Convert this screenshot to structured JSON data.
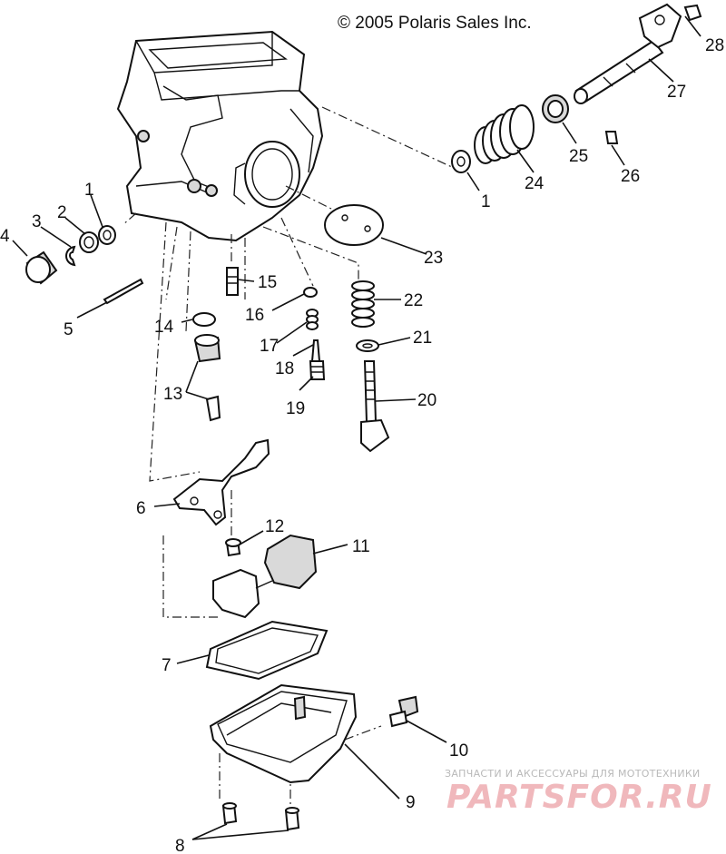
{
  "copyright": "© 2005 Polaris Sales Inc.",
  "watermark": {
    "tagline": "ЗАПЧАСТИ И АКСЕССУАРЫ ДЛЯ МОТОТЕХНИКИ",
    "logo": "PARTSFOR.RU"
  },
  "callouts": {
    "c1a": "1",
    "c1b": "1",
    "c2": "2",
    "c3": "3",
    "c4": "4",
    "c5": "5",
    "c6": "6",
    "c7": "7",
    "c8": "8",
    "c9": "9",
    "c10": "10",
    "c11": "11",
    "c12": "12",
    "c13": "13",
    "c14": "14",
    "c15": "15",
    "c16": "16",
    "c17": "17",
    "c18": "18",
    "c19": "19",
    "c20": "20",
    "c21": "21",
    "c22": "22",
    "c23": "23",
    "c24": "24",
    "c25": "25",
    "c26": "26",
    "c27": "27",
    "c28": "28"
  }
}
